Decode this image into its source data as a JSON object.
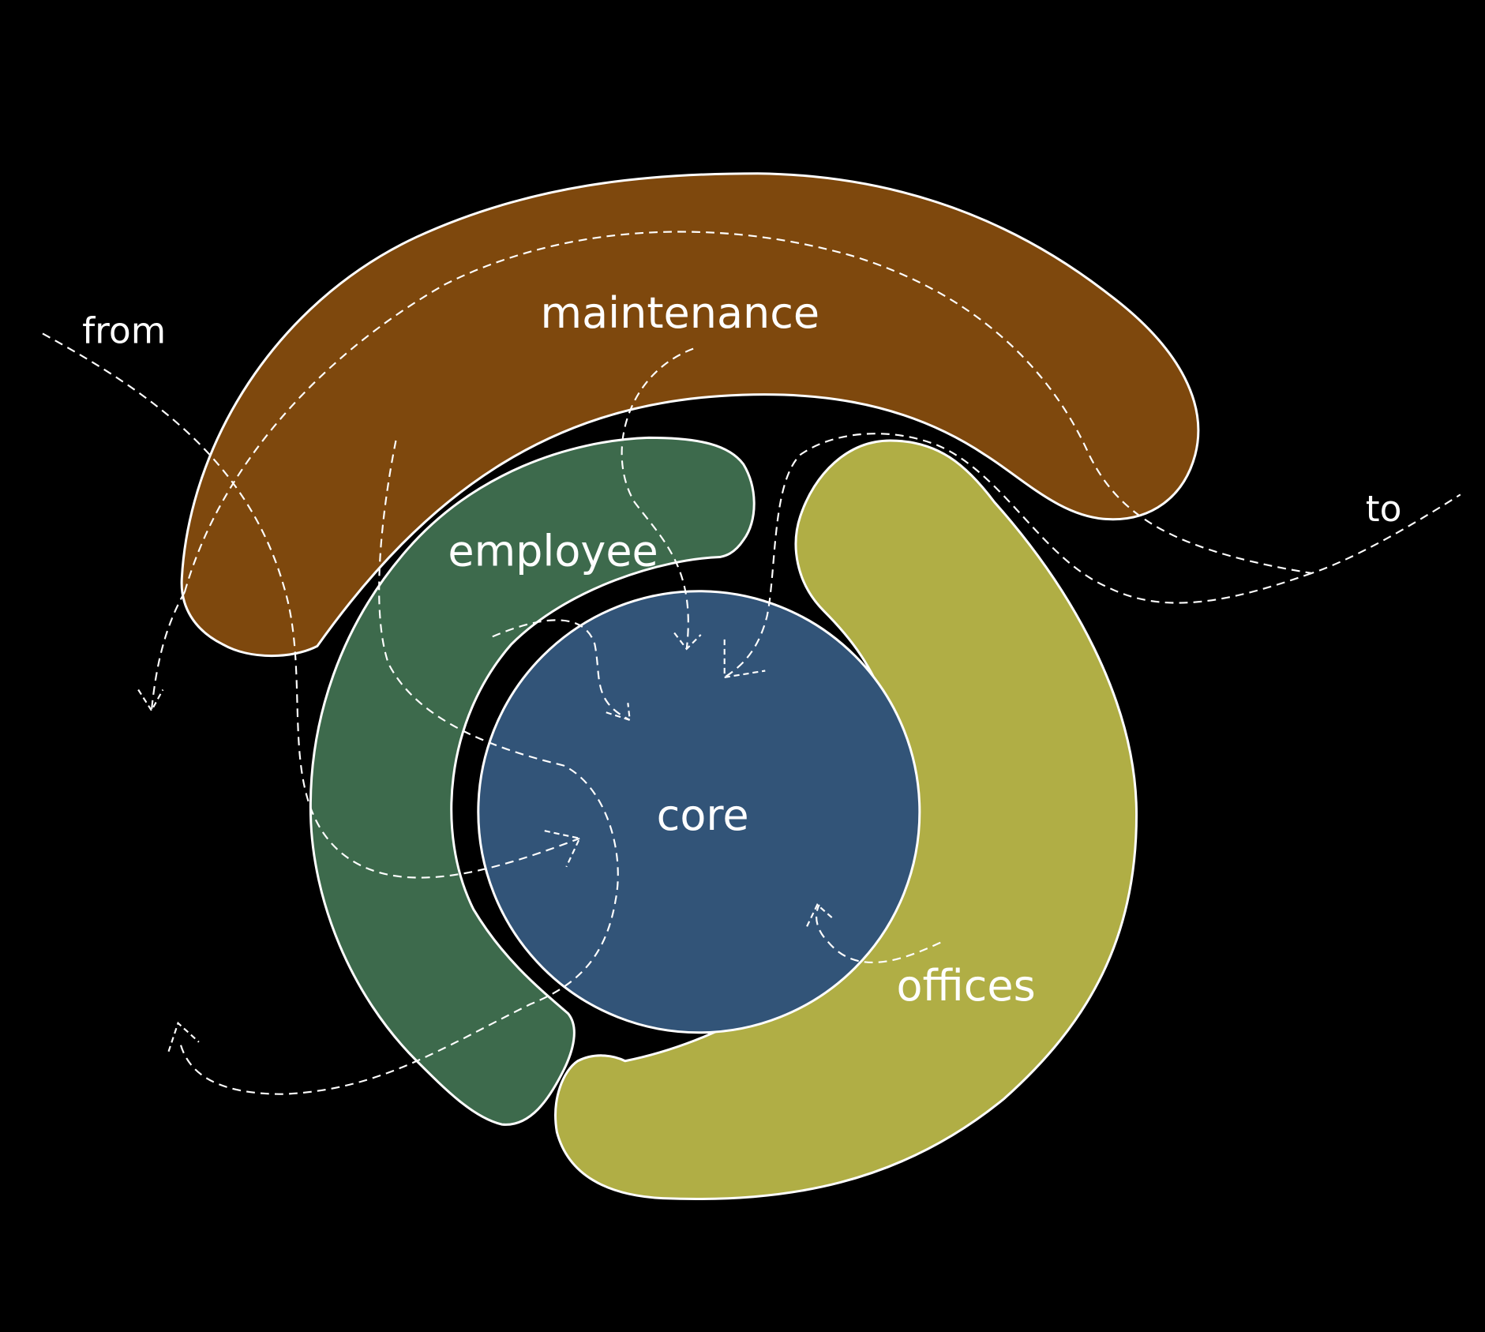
{
  "diagram": {
    "title": "Circular layers diagram",
    "background": "#000000",
    "outline_color": "#ffffff",
    "layers": [
      {
        "id": "core",
        "label": "core",
        "color": "#325478"
      },
      {
        "id": "employee",
        "label": "employee",
        "color": "#3d6a4c"
      },
      {
        "id": "offices",
        "label": "offices",
        "color": "#b0ae45"
      },
      {
        "id": "maintenance",
        "label": "maintenance",
        "color": "#7e480d"
      }
    ],
    "endpoints": {
      "from": "from",
      "to": "to"
    },
    "flows": [
      {
        "from": "from",
        "to": "core",
        "style": "dashed"
      },
      {
        "from": "maintenance",
        "to": "core",
        "style": "dashed"
      },
      {
        "from": "to",
        "to": "core",
        "style": "dashed"
      },
      {
        "from": "from",
        "to": "to",
        "style": "dashed"
      },
      {
        "from": "employee",
        "to": "core",
        "style": "dashed"
      },
      {
        "from": "offices",
        "to": "core",
        "style": "dashed"
      },
      {
        "from": "core",
        "to": "outside",
        "style": "dashed"
      }
    ]
  }
}
